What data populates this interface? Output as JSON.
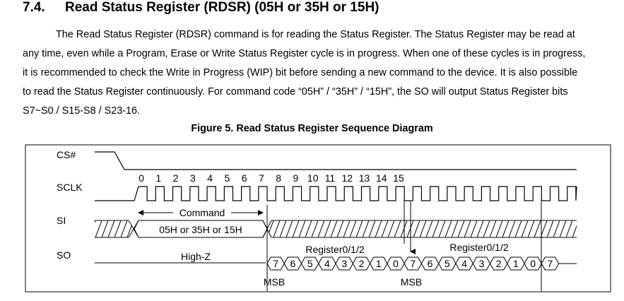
{
  "section": {
    "number": "7.4.",
    "title": "Read Status Register (RDSR) (05H or 35H or 15H)"
  },
  "paragraph": [
    "The Read Status Register (RDSR) command is for reading the Status Register. The Status Register may be read at",
    "any time, even while a Program, Erase or Write Status Register cycle is in progress. When one of these cycles is in progress,",
    "it is recommended to check the Write in Progress (WIP) bit before sending a new command to the device. It is also possible",
    "to read the Status Register continuously. For command code “05H” / “35H” / “15H”, the SO will output Status Register bits",
    "S7~S0 / S15-S8 / S23-16."
  ],
  "figure": {
    "caption": "Figure 5. Read Status Register Sequence Diagram",
    "signals": [
      "CS#",
      "SCLK",
      "SI",
      "SO"
    ],
    "clock_numbers": [
      "0",
      "1",
      "2",
      "3",
      "4",
      "5",
      "6",
      "7",
      "8",
      "9",
      "10",
      "11",
      "12",
      "13",
      "14",
      "15"
    ],
    "command_label": "Command",
    "command_value": "05H or 35H or 15H",
    "so_idle": "High-Z",
    "register_label": "Register0/1/2",
    "msb_label": "MSB",
    "bits": [
      "7",
      "6",
      "5",
      "4",
      "3",
      "2",
      "1",
      "0"
    ]
  }
}
